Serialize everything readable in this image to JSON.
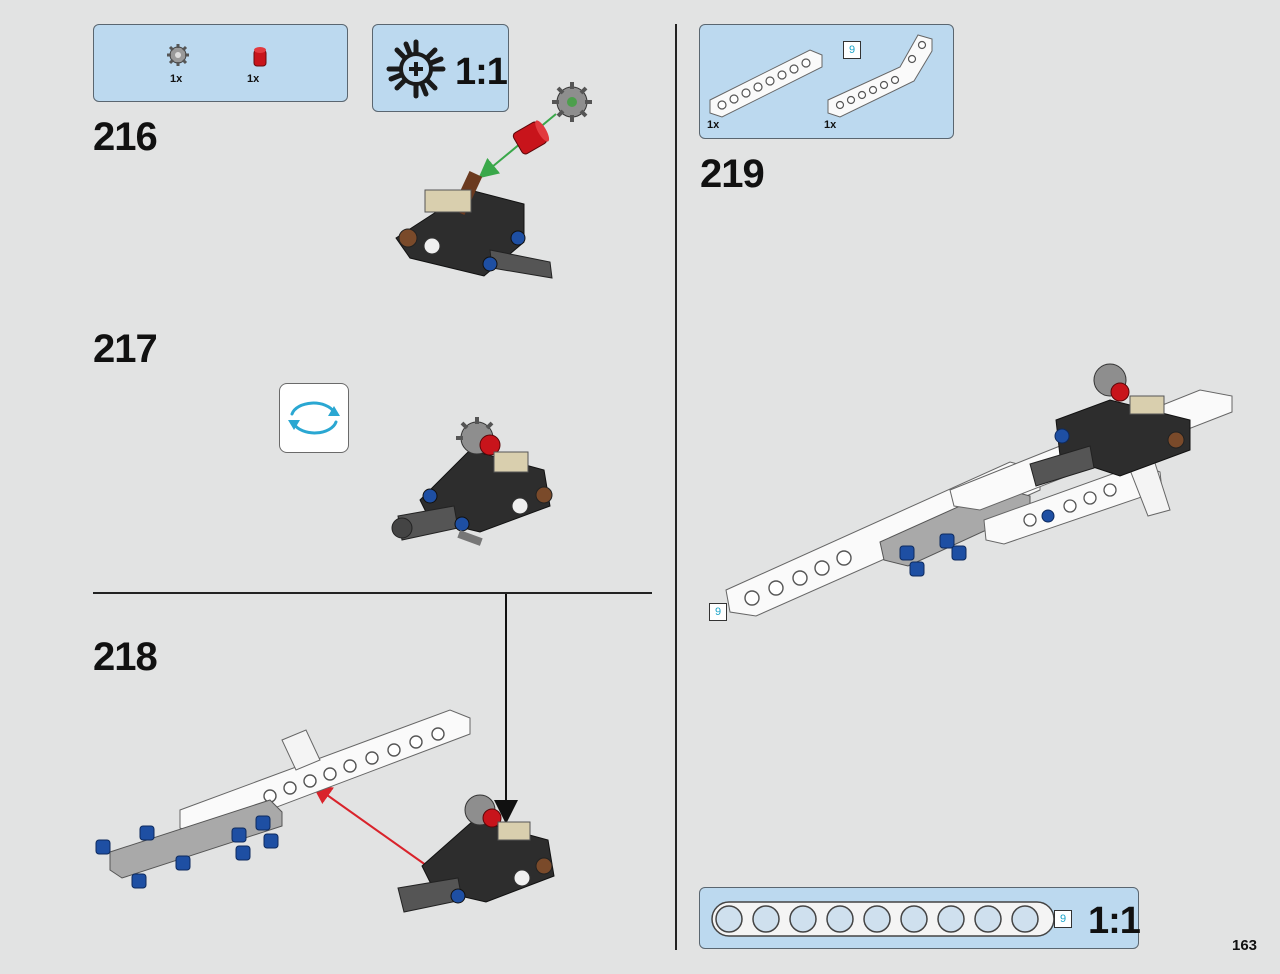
{
  "steps": {
    "s216": "216",
    "s217": "217",
    "s218": "218",
    "s219": "219"
  },
  "parts_216": {
    "gear_qty": "1x",
    "bush_qty": "1x"
  },
  "scale_216": "1:1",
  "parts_219": {
    "beam_straight_qty": "1x",
    "beam_bent_qty": "1x",
    "beam_length": "9"
  },
  "step_219_length_tag": "9",
  "ruler": {
    "length": "9",
    "scale": "1:1"
  },
  "page_number": "163",
  "colors": {
    "background": "#e2e3e3",
    "parts_box": "#bcd9ef",
    "arrow_red": "#d9232b",
    "arrow_green": "#3aa84a",
    "technic_blue": "#1e4fa3",
    "technic_red": "#c8141b",
    "rotate_icon": "#2aa7d2"
  }
}
